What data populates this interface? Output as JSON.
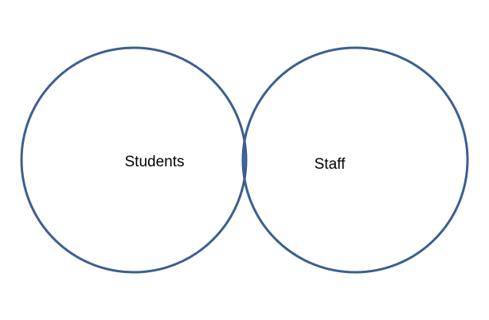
{
  "diagram": {
    "type": "venn",
    "sets": [
      {
        "id": "left",
        "label": "Students"
      },
      {
        "id": "right",
        "label": "Staff"
      }
    ],
    "highlighted_region": "intersection",
    "colors": {
      "outline": "#3b5f8f",
      "intersection_fill": "#4f81bd",
      "background": "#ffffff"
    }
  }
}
